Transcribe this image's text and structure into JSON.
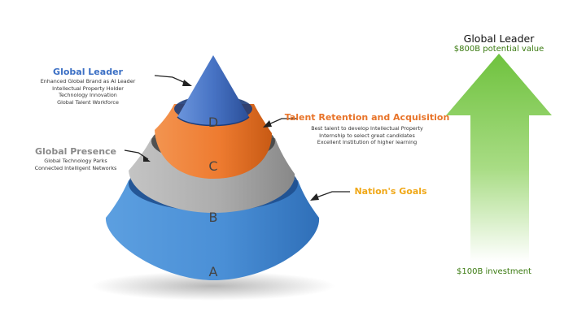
{
  "pyramid": {
    "tiers": [
      {
        "letter": "A",
        "color": "#4a8fd6"
      },
      {
        "letter": "B",
        "color": "#a8a8a8"
      },
      {
        "letter": "C",
        "color": "#ee7b30"
      },
      {
        "letter": "D",
        "color": "#4773c4"
      }
    ]
  },
  "callouts": {
    "global_leader": {
      "title": "Global Leader",
      "items": [
        "Enhanced Global Brand as AI Leader",
        "Intellectual Property Holder",
        "Technology Innovation",
        "Global Talent Workforce"
      ]
    },
    "global_presence": {
      "title": "Global Presence",
      "items": [
        "Global Technology Parks",
        "Connected Intelligent Networks"
      ]
    },
    "talent": {
      "title": "Talent Retention and Acquisition",
      "items": [
        "Best talent to develop Intellectual Property",
        "Internship to select great candidates",
        "Excellent Institution of higher learning"
      ]
    },
    "nation": {
      "title": "Nation's Goals"
    }
  },
  "arrow": {
    "title": "Global Leader",
    "top_label": "$800B potential value",
    "bottom_label": "$100B investment",
    "color": "#7cc84a"
  }
}
